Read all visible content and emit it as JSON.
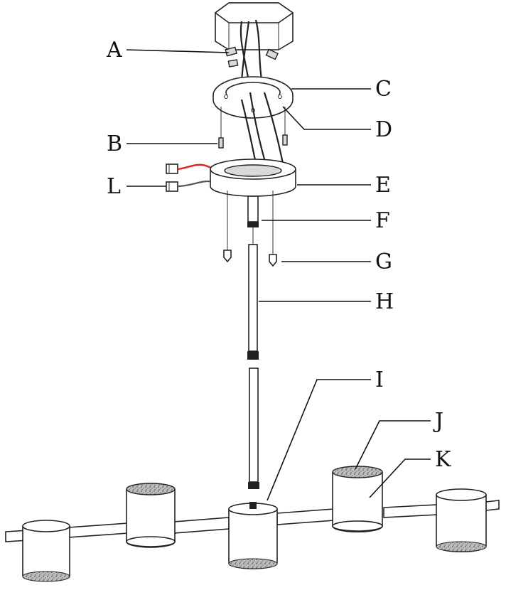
{
  "labels": {
    "A": "A",
    "B": "B",
    "C": "C",
    "D": "D",
    "E": "E",
    "F": "F",
    "G": "G",
    "H": "H",
    "I": "I",
    "J": "J",
    "K": "K",
    "L": "L"
  },
  "colors": {
    "line": "#222222",
    "hot_wire": "#e0242b",
    "neutral_wire": "#555555",
    "shade_top": "#9a9a9a"
  }
}
